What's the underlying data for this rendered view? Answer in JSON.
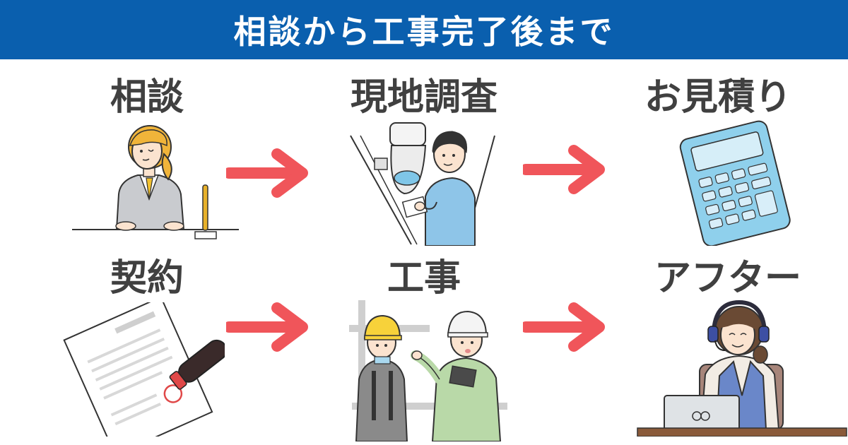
{
  "banner": {
    "title": "相談から工事完了後まで"
  },
  "steps": [
    {
      "label": "相談",
      "icon": "consultant-icon"
    },
    {
      "label": "現地調査",
      "icon": "site-survey-icon"
    },
    {
      "label": "お見積り",
      "icon": "calculator-icon"
    },
    {
      "label": "契約",
      "icon": "contract-icon"
    },
    {
      "label": "工事",
      "icon": "construction-workers-icon"
    },
    {
      "label": "アフター",
      "icon": "support-operator-icon"
    }
  ],
  "colors": {
    "banner": "#0a5fae",
    "arrow": "#f0555a",
    "label": "#404040"
  }
}
